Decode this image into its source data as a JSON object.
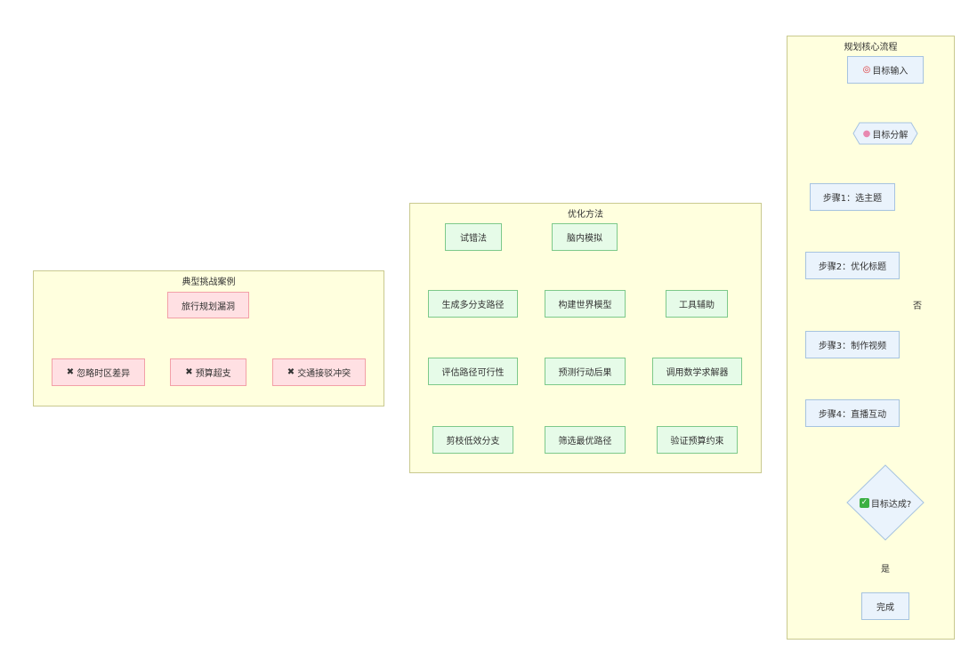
{
  "cases": {
    "title": "典型挑战案例",
    "root": "旅行规划漏洞",
    "items": [
      "忽略时区差异",
      "预算超支",
      "交通接驳冲突"
    ]
  },
  "methods": {
    "title": "优化方法",
    "col1": [
      "试错法",
      "生成多分支路径",
      "评估路径可行性",
      "剪枝低效分支"
    ],
    "col2": [
      "脑内模拟",
      "构建世界模型",
      "预测行动后果",
      "筛选最优路径"
    ],
    "col3": [
      "工具辅助",
      "调用数学求解器",
      "验证预算约束"
    ]
  },
  "flow": {
    "title": "规划核心流程",
    "input": "目标输入",
    "decompose": "目标分解",
    "steps": [
      "步骤1：选主题",
      "步骤2：优化标题",
      "步骤3：制作视频",
      "步骤4：直播互动"
    ],
    "decision": "目标达成?",
    "no_label": "否",
    "yes_label": "是",
    "done": "完成"
  },
  "icons": {
    "cross": "cross-mark-icon",
    "target": "target-icon",
    "brain": "brain-icon",
    "check": "check-mark-icon"
  }
}
